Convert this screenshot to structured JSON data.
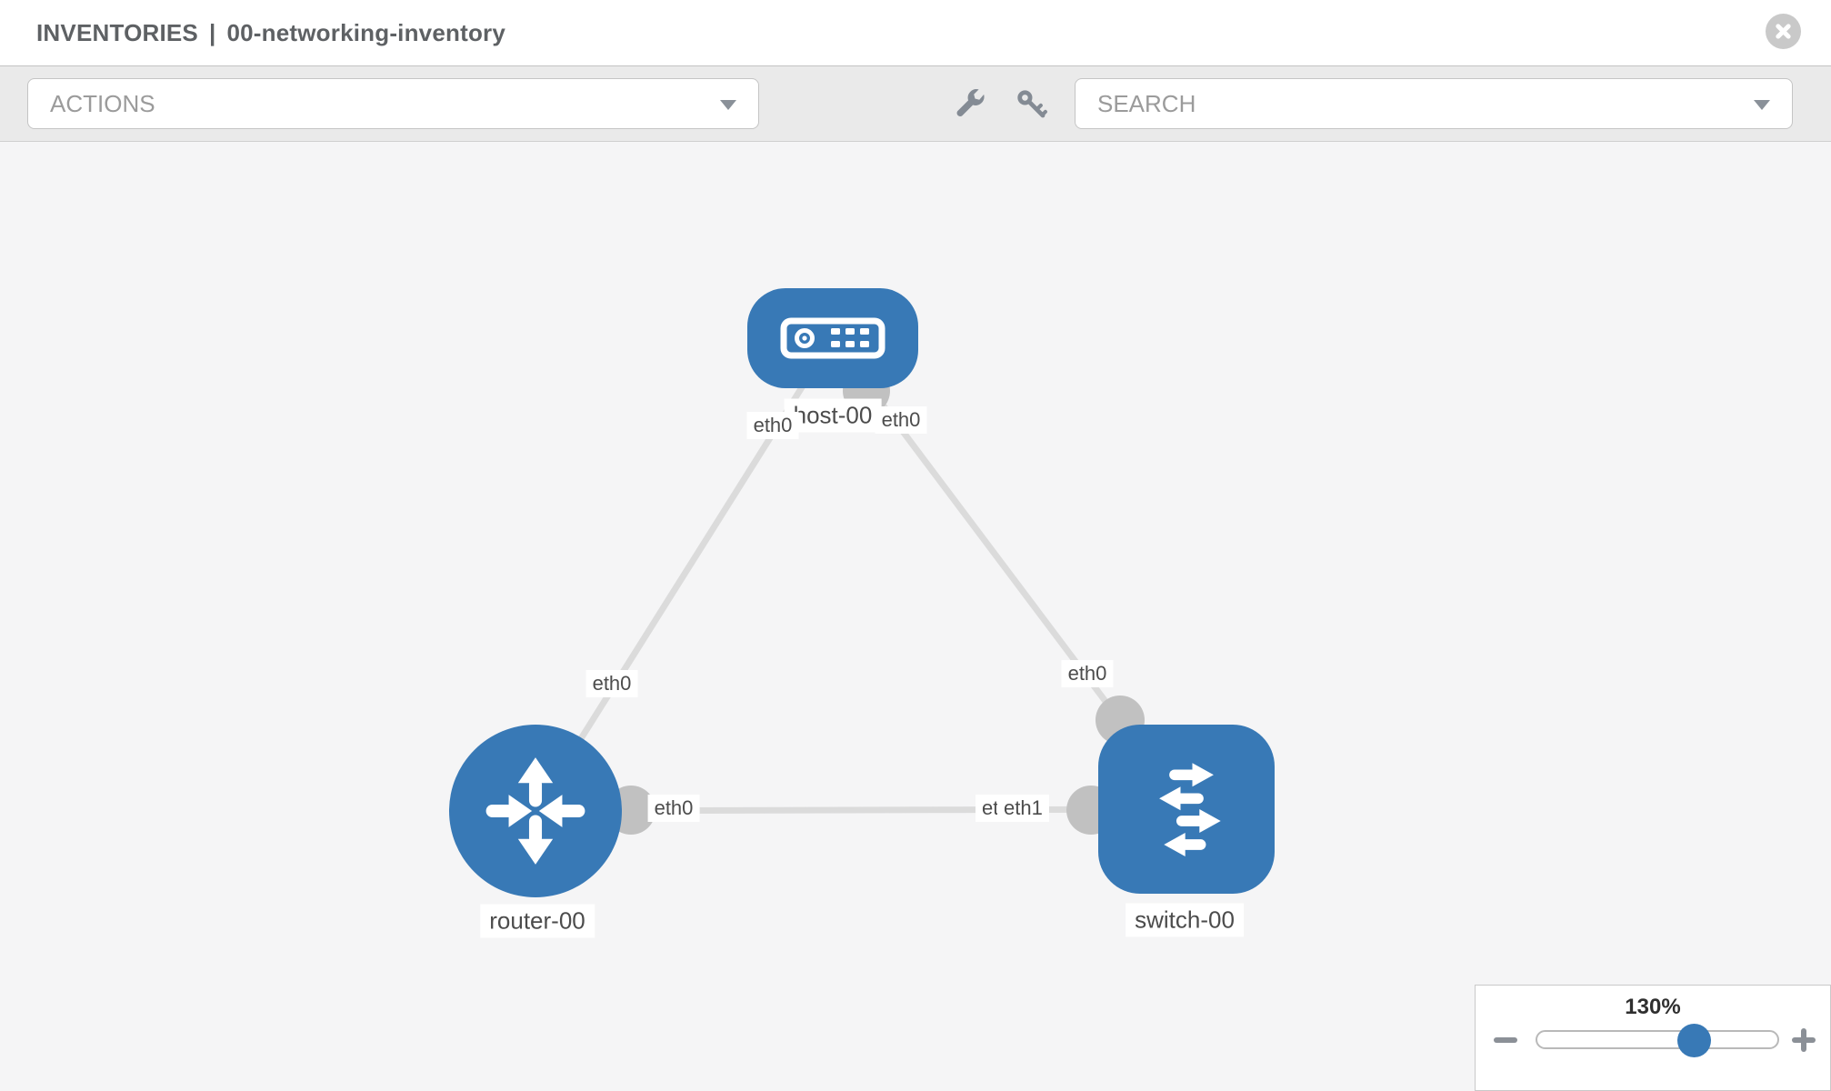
{
  "header": {
    "title_section": "INVENTORIES",
    "title_separator": "|",
    "title_item": "00-networking-inventory"
  },
  "toolbar": {
    "actions_label": "ACTIONS",
    "search_label": "SEARCH"
  },
  "topology": {
    "nodes": [
      {
        "id": "host-00",
        "type": "host",
        "label": "host-00"
      },
      {
        "id": "router-00",
        "type": "router",
        "label": "router-00"
      },
      {
        "id": "switch-00",
        "type": "switch",
        "label": "switch-00"
      }
    ],
    "edges": [
      {
        "from": "host-00",
        "to": "router-00",
        "from_interface": "eth0",
        "to_interface": "eth0"
      },
      {
        "from": "host-00",
        "to": "switch-00",
        "from_interface": "eth0",
        "to_interface": "eth0"
      },
      {
        "from": "router-00",
        "to": "switch-00",
        "from_interface": "eth0",
        "to_interface": "eth1"
      }
    ],
    "interface_labels": {
      "host_left": "eth0",
      "host_right": "eth0",
      "host_router_edge": "eth0",
      "host_switch_edge": "eth0",
      "router_switch_near_router": "eth0",
      "router_switch_near_switch_under": "eth0",
      "router_switch_near_switch_top": "eth1"
    }
  },
  "zoom_control": {
    "level": "130%"
  },
  "colors": {
    "node_blue": "#3879b6",
    "edge_gray": "#dbdbdb",
    "port_gray": "#c1c1c1",
    "canvas_bg": "#f5f5f6",
    "toolbar_bg": "#eaeaea"
  }
}
